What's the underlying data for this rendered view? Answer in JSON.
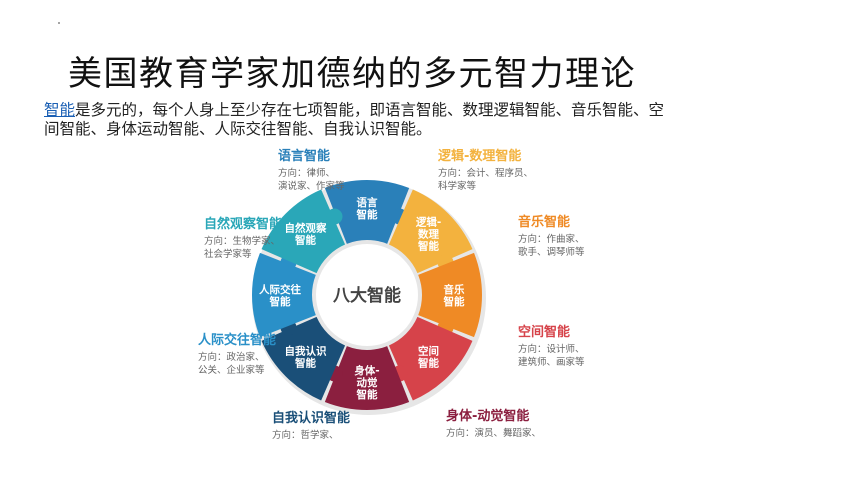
{
  "title": "美国教育学家加德纳的多元智力理论",
  "paragraph": {
    "link_text": "智能",
    "line1_rest": "是多元的，每个人身上至少存在七项智能，即语言智能、数理逻辑智能、音乐智能、空",
    "line2": "间智能、身体运动智能、人际交往智能、自我认识智能。"
  },
  "diagram": {
    "center_label": "八大智能",
    "segments": [
      {
        "key": "language",
        "color": "#2a80b9",
        "segment_lines": [
          "语言",
          "智能"
        ],
        "label_title": "语言智能",
        "label_desc": [
          "方向：律师、",
          "演说家、作家等"
        ]
      },
      {
        "key": "logic",
        "color": "#f3b23e",
        "segment_lines": [
          "逻辑-",
          "数理",
          "智能"
        ],
        "label_title": "逻辑-数理智能",
        "label_desc": [
          "方向：会计、程序员、",
          "科学家等"
        ]
      },
      {
        "key": "music",
        "color": "#ef8a25",
        "segment_lines": [
          "音乐",
          "智能"
        ],
        "label_title": "音乐智能",
        "label_desc": [
          "方向：作曲家、",
          "歌手、调琴师等"
        ]
      },
      {
        "key": "space",
        "color": "#d6434a",
        "segment_lines": [
          "空间",
          "智能"
        ],
        "label_title": "空间智能",
        "label_desc": [
          "方向：设计师、",
          "建筑师、画家等"
        ]
      },
      {
        "key": "body",
        "color": "#8b1f3f",
        "segment_lines": [
          "身体-",
          "动觉",
          "智能"
        ],
        "label_title": "身体-动觉智能",
        "label_desc": [
          "方向：演员、舞蹈家、"
        ]
      },
      {
        "key": "self",
        "color": "#1a4f78",
        "segment_lines": [
          "自我认识",
          "智能"
        ],
        "label_title": "自我认识智能",
        "label_desc": [
          "方向：哲学家、"
        ]
      },
      {
        "key": "interpersonal",
        "color": "#2a90c8",
        "segment_lines": [
          "人际交往",
          "智能"
        ],
        "label_title": "人际交往智能",
        "label_desc": [
          "方向：政治家、",
          "公关、企业家等"
        ]
      },
      {
        "key": "nature",
        "color": "#2aa7b8",
        "segment_lines": [
          "自然观察",
          "智能"
        ],
        "label_title": "自然观察智能",
        "label_desc": [
          "方向：生物学家、",
          "社会学家等"
        ]
      }
    ]
  }
}
